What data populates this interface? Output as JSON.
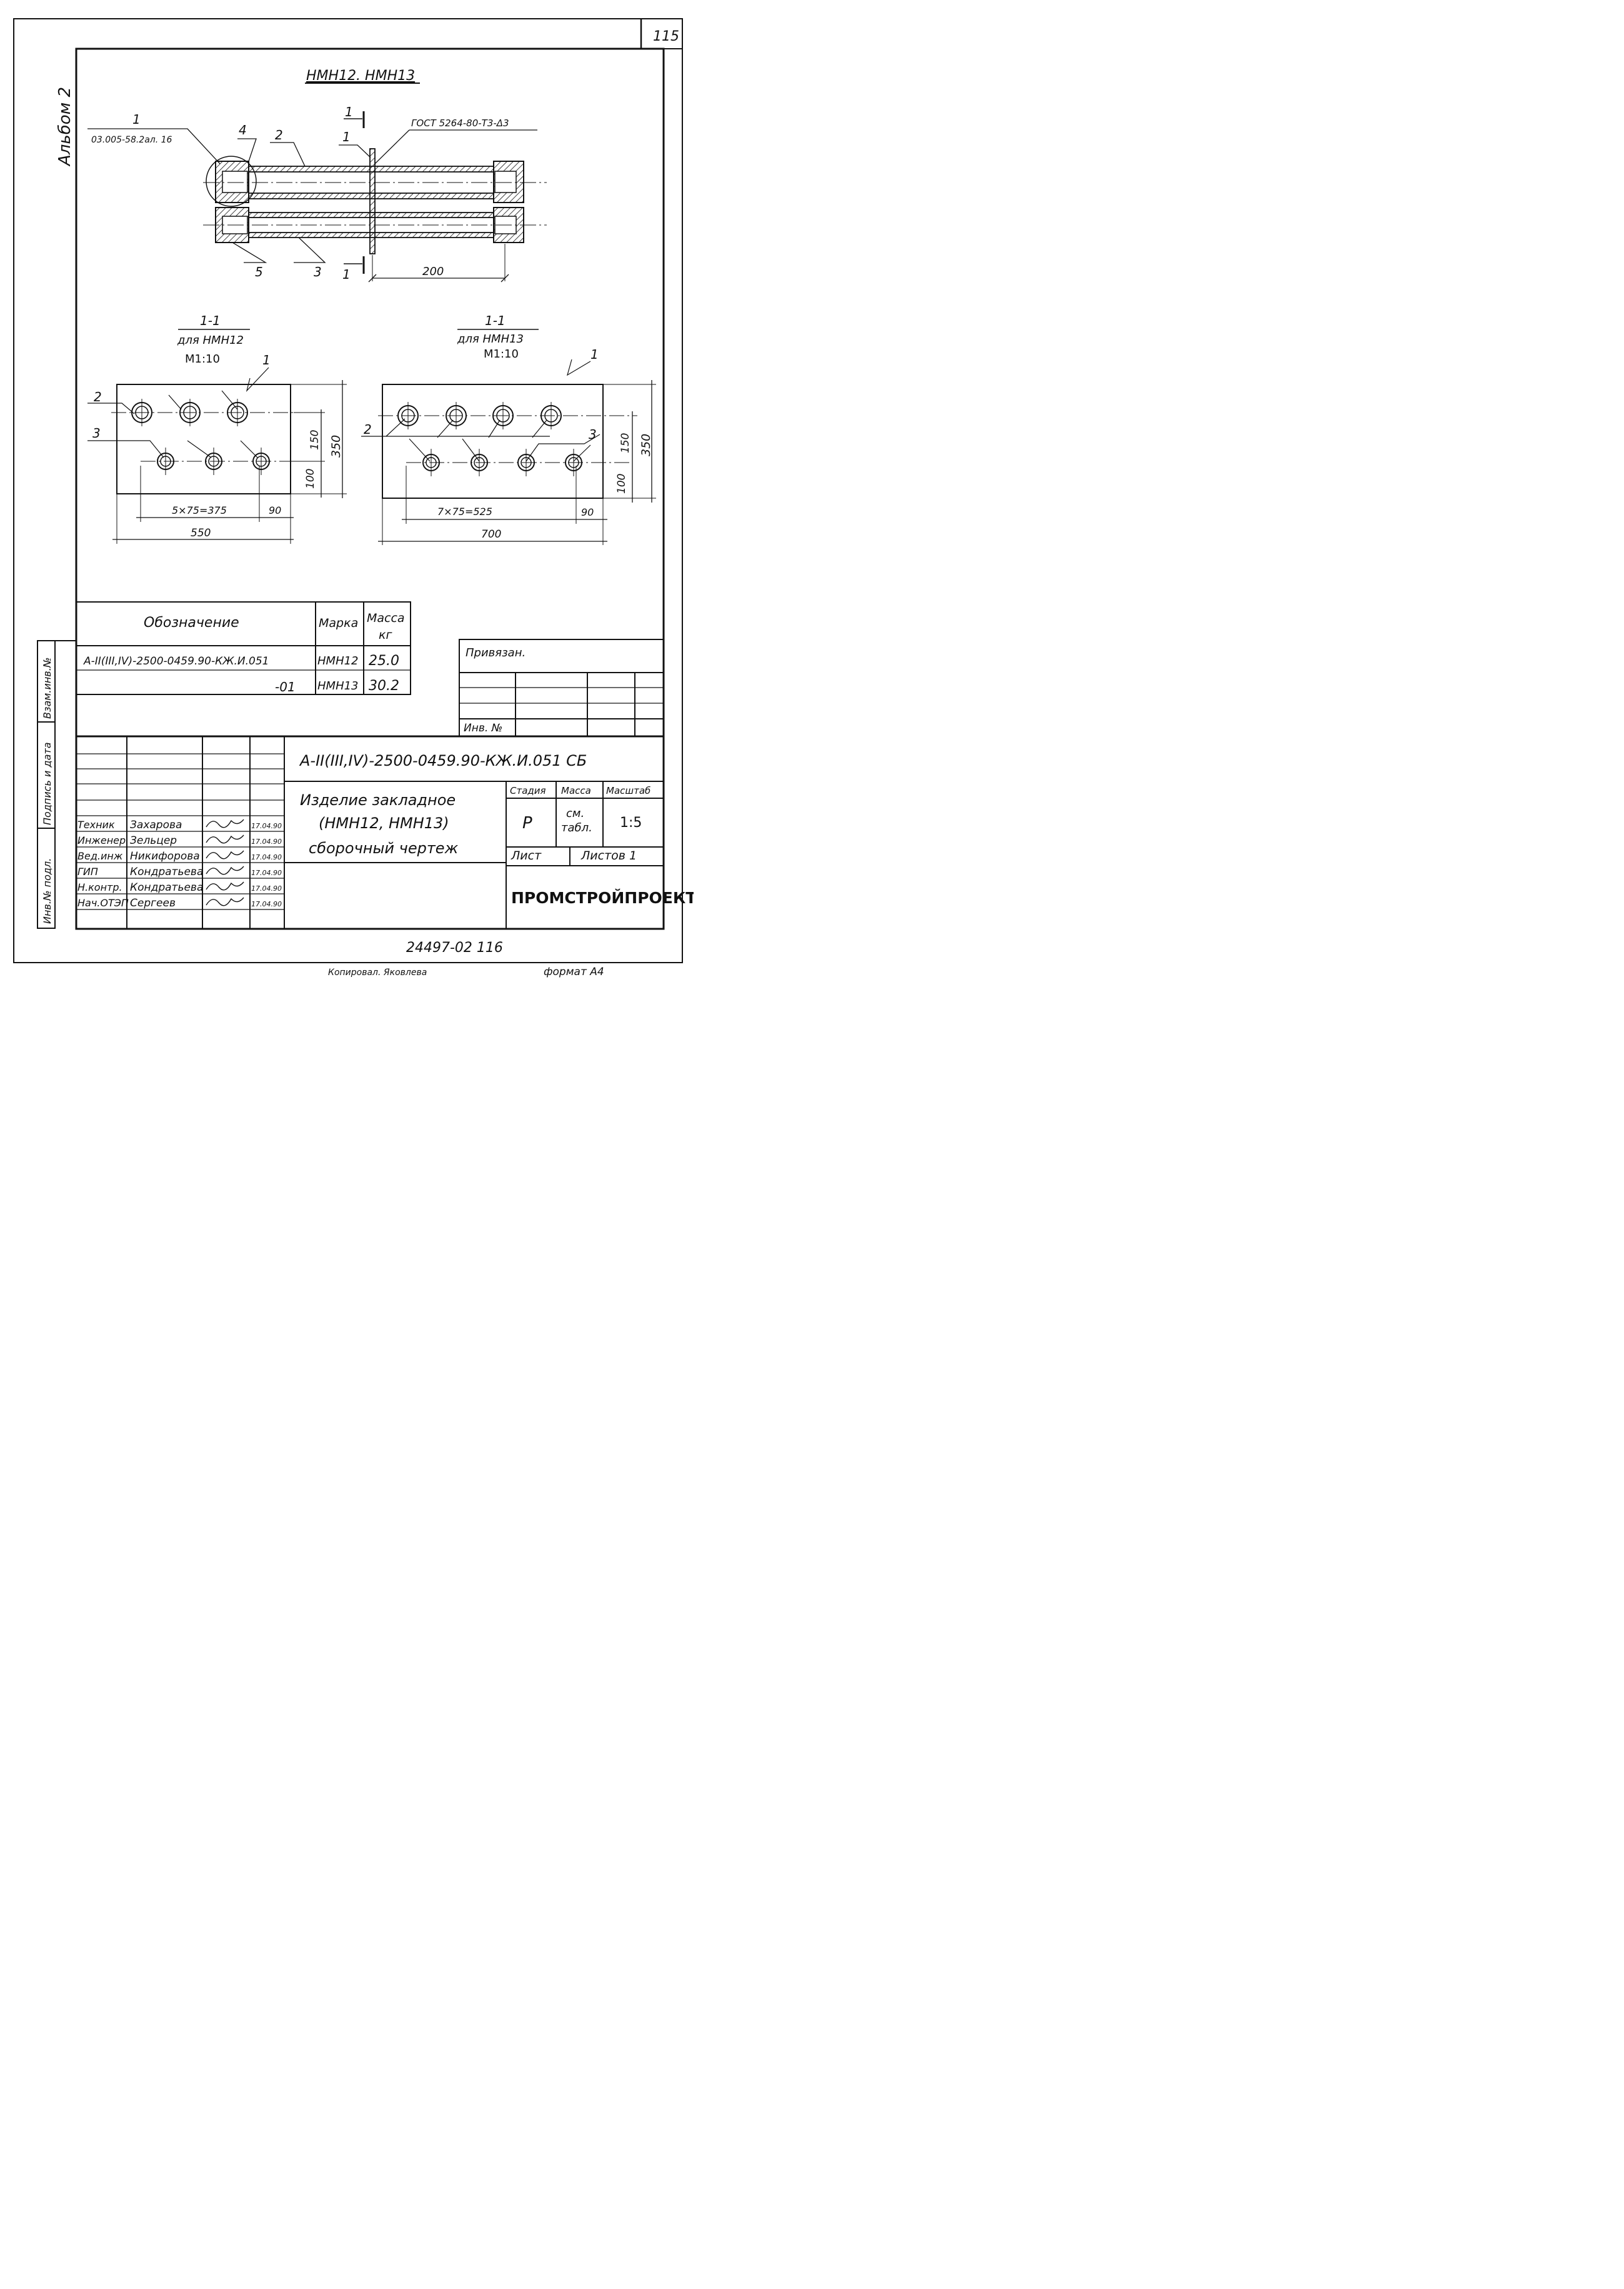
{
  "sheet": {
    "page_number": "115",
    "album": "Альбом 2",
    "footer_number": "24497-02   116",
    "copied_by": "Копировал. Яковлева",
    "format": "формат А4"
  },
  "drawing": {
    "title": "НМН12. НМН13",
    "gost": "ГОСТ 5264-80-Т3-Δ3",
    "ref_doc": "03.005-58.2ал. 16",
    "callouts": {
      "c1": "1",
      "c1b": "1",
      "c2": "2",
      "c3": "3",
      "c4": "4",
      "c5": "5"
    },
    "section_mark_top": "1",
    "section_mark_bottom": "1",
    "dim_200": "200"
  },
  "section_left": {
    "title": "1-1",
    "subtitle": "для НМН12",
    "scale": "М1:10",
    "callout_1": "1",
    "callout_2": "2",
    "callout_3": "3",
    "dim_150": "150",
    "dim_100": "100",
    "dim_350": "350",
    "dim_pitch": "5×75=375",
    "dim_90": "90",
    "dim_width": "550"
  },
  "section_right": {
    "title": "1-1",
    "subtitle": "для НМН13",
    "scale": "М1:10",
    "callout_1": "1",
    "callout_2": "2",
    "callout_3": "3",
    "dim_150": "150",
    "dim_100": "100",
    "dim_350": "350",
    "dim_pitch": "7×75=525",
    "dim_90": "90",
    "dim_width": "700"
  },
  "spec_table": {
    "col_designation": "Обозначение",
    "col_mark": "Марка",
    "col_mass": "Масса",
    "col_mass_unit": "кг",
    "rows": [
      {
        "designation": "А-II(III,IV)-2500-0459.90-КЖ.И.051",
        "mark": "НМН12",
        "mass": "25.0"
      },
      {
        "designation": "-01",
        "mark": "НМН13",
        "mass": "30.2"
      }
    ]
  },
  "side_stamp": {
    "vzam": "Взам.инв.№",
    "podpis": "Подпись и дата",
    "inv": "Инв.№ подл."
  },
  "privyazan": {
    "label": "Привязан.",
    "inv_label": "Инв. №"
  },
  "title_block": {
    "code": "А-II(III,IV)-2500-0459.90-КЖ.И.051 СБ",
    "name_line1": "Изделие закладное",
    "name_line2": "(НМН12, НМН13)",
    "name_line3": "сборочный чертеж",
    "stage_label": "Стадия",
    "mass_label": "Масса",
    "scale_label": "Масштаб",
    "stage": "Р",
    "mass_value_1": "см.",
    "mass_value_2": "табл.",
    "scale": "1:5",
    "sheet_label": "Лист",
    "sheets_label": "Листов 1",
    "org": "ПРОМСТРОЙПРОЕКТ",
    "people": [
      {
        "role": "Техник",
        "name": "Захарова",
        "date": "17.04.90"
      },
      {
        "role": "Инженер",
        "name": "Зельцер",
        "date": "17.04.90"
      },
      {
        "role": "Вед.инж",
        "name": "Никифорова",
        "date": "17.04.90"
      },
      {
        "role": "ГИП",
        "name": "Кондратьева",
        "date": "17.04.90"
      },
      {
        "role": "Н.контр.",
        "name": "Кондратьева",
        "date": "17.04.90"
      },
      {
        "role": "Нач.ОТЭП",
        "name": "Сергеев",
        "date": "17.04.90"
      }
    ]
  }
}
